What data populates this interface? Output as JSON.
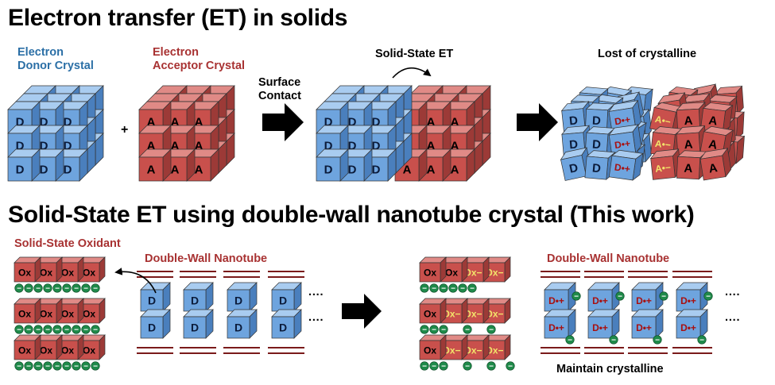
{
  "titles": {
    "top": "Electron transfer (ET) in solids",
    "bottom": "Solid-State ET using  double-wall nanotube crystal (This work)"
  },
  "labels": {
    "donor_line1": "Electron",
    "donor_line2": "Donor Crystal",
    "acceptor_line1": "Electron",
    "acceptor_line2": "Acceptor Crystal",
    "surface_line1": "Surface",
    "surface_line2": "Contact",
    "solid_state_et": "Solid-State ET",
    "lost_crystalline": "Lost of crystalline",
    "solid_state_oxidant": "Solid-State Oxidant",
    "dwnt_left": "Double-Wall Nanotube",
    "dwnt_right": "Double-Wall Nanotube",
    "maintain": "Maintain crystalline",
    "plus": "+",
    "ellipsis": "····"
  },
  "glyphs": {
    "donor": "D",
    "acceptor": "A",
    "donor_cation": "D•+",
    "acceptor_anion": "A•−",
    "oxidant": "Ox",
    "reduced_oxidant": "Ox−",
    "electron": "−"
  },
  "colors": {
    "blue_face": "#6ea4de",
    "blue_top": "#a9ccf0",
    "blue_side": "#4a7fbd",
    "red_face": "#c9504c",
    "red_top": "#e08a86",
    "red_side": "#9c3a37",
    "green": "#1f8a4a",
    "yellow_text": "#f2e36a",
    "dark_red_line": "#7a1a1a"
  }
}
